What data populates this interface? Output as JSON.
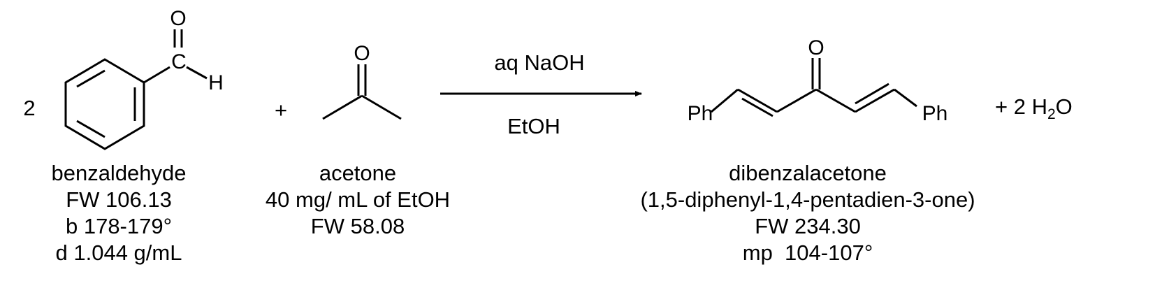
{
  "reaction": {
    "coefficient_benzaldehyde": "2",
    "plus": "+",
    "conditions_above": "aq NaOH",
    "conditions_below": "EtOH",
    "byproduct": {
      "prefix": "+ 2 H",
      "subscript": "2",
      "suffix": "O"
    }
  },
  "atoms": {
    "oxygen": "O",
    "carbon": "C",
    "hydrogen": "H",
    "phenyl": "Ph"
  },
  "benzaldehyde": {
    "name": "benzaldehyde",
    "fw": "FW 106.13",
    "bp": "b 178-179°",
    "density": "d 1.044 g/mL"
  },
  "acetone": {
    "name": "acetone",
    "concentration": "40 mg/ mL of EtOH",
    "fw": "FW 58.08"
  },
  "product": {
    "name": "dibenzalacetone",
    "iupac": "(1,5-diphenyl-1,4-pentadien-3-one)",
    "fw": "FW 234.30",
    "mp": "mp  104-107°"
  }
}
